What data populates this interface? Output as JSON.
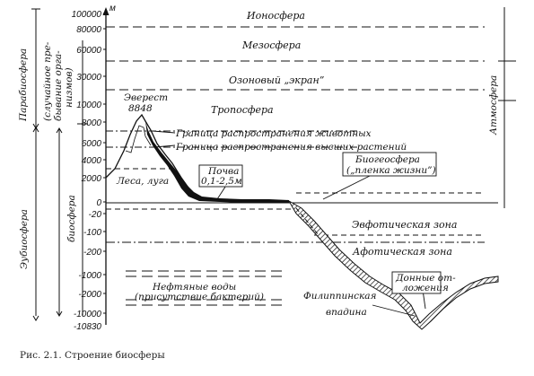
{
  "caption": "Рис. 2.1. Строение биосферы",
  "unit_label": "м",
  "y_ticks": [
    "100000",
    "80000",
    "60000",
    "30000",
    "10000",
    "8000",
    "6000",
    "4000",
    "2000",
    "0",
    "-20",
    "-100",
    "-200",
    "-1000",
    "-2000",
    "-10000",
    "-10830"
  ],
  "layers": {
    "ionosphere": "Ионосфера",
    "mesosphere": "Мезосфера",
    "ozone": "Озоновый „экран”",
    "troposphere": "Тропосфера",
    "euphotic": "Эвфотическая зона",
    "aphotic": "Афотическая зона"
  },
  "labels": {
    "everest_name": "Эверест",
    "everest_height": "8848",
    "animals_limit": "Граница распространения животных",
    "plants_limit": "Граница распространения высших растений",
    "forests": "Леса, луга",
    "soil_name": "Почва",
    "soil_depth": "0,1-2,5м",
    "biogeosphere_1": "Биогеосфера",
    "biogeosphere_2": "(„пленка жизни”)",
    "oil_1": "Нефтяные воды",
    "oil_2": "(присутствие бактерий)",
    "trench_1": "Филиппинская",
    "trench_2": "впадина",
    "sediments_1": "Донные от-",
    "sediments_2": "ложения"
  },
  "side_labels": {
    "parabiosphere": "Парабиосфера",
    "parabiosphere_note_1": "(случайное пре-",
    "parabiosphere_note_2": "бывание орга-",
    "parabiosphere_note_3": "низмов)",
    "eubiosphere": "Эубиосфера",
    "biosphere": "биосфера",
    "atmosphere": "Атмосфера"
  }
}
